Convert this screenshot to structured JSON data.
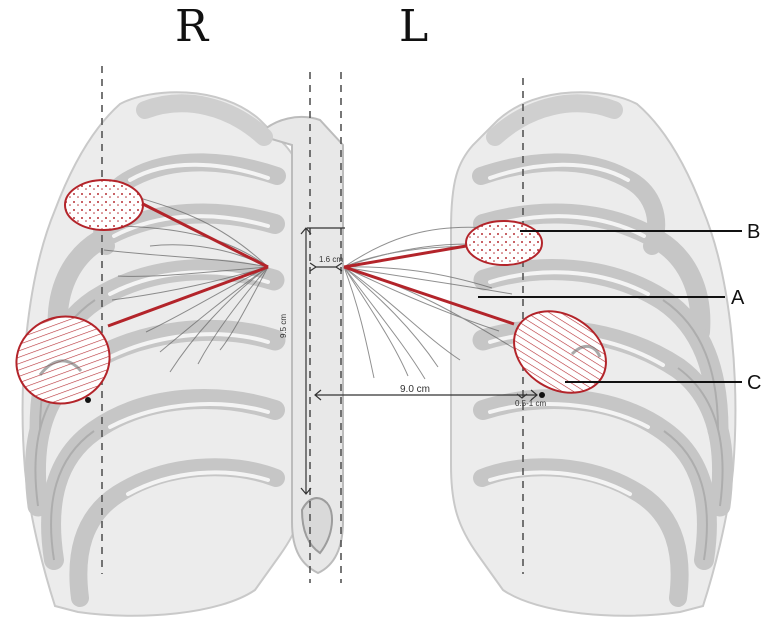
{
  "labels": {
    "right": "R",
    "left": "L",
    "a": "A",
    "b": "B",
    "c": "C"
  },
  "measurements": {
    "top_gap": "1.6 cm",
    "vertical": "9.5 cm",
    "horizontal": "9.0 cm",
    "edge": "0.5-1 cm"
  },
  "colors": {
    "accent": "#b3242a",
    "line": "#111111",
    "bone": "#d6d6d6",
    "bone_dark": "#a9a9a9",
    "shadow": "#7a7a7a",
    "guide": "#555555"
  }
}
